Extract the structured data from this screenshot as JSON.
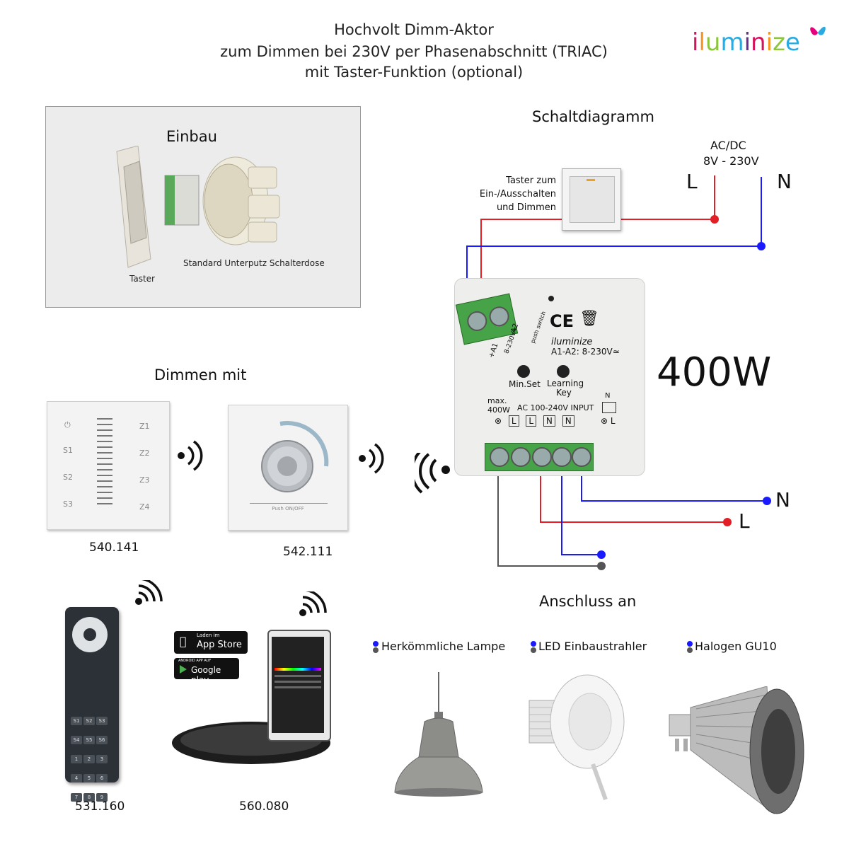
{
  "header": {
    "line1": "Hochvolt Dimm-Aktor",
    "line2": "zum Dimmen bei 230V per Phasenabschnitt (TRIAC)",
    "line3_prefix": "mit ",
    "line3_bold": "Taster-Funktion (optional)"
  },
  "brand": {
    "logo_text": "iluminize",
    "colors": [
      "#d4145a",
      "#f7931e",
      "#8cc63f",
      "#29abe2",
      "#662d91"
    ]
  },
  "install": {
    "heading": "Einbau",
    "label_taster": "Taster",
    "label_box": "Standard Unterputz Schalterdose"
  },
  "schematic": {
    "heading": "Schaltdiagramm",
    "supply_label_1": "AC/DC",
    "supply_label_2": "8V - 230V",
    "L": "L",
    "N": "N",
    "switch_label_1": "Taster zum",
    "switch_label_2": "Ein-/Ausschalten",
    "switch_label_3": "und Dimmen",
    "power": "400W",
    "out_N": "N",
    "out_L": "L",
    "colors": {
      "live": "#e21f26",
      "neutral": "#1a1aff",
      "ground": "#555555"
    }
  },
  "module": {
    "brand": "iluminize",
    "a1_a2": "A1-A2: 8-230V≃",
    "term_a1": "+A1",
    "term_a2": "-A2",
    "side_text": "8-230V≃",
    "push_switch": "push switch",
    "btn_min": "Min.Set",
    "btn_learn_1": "Learning",
    "btn_learn_2": "Key",
    "max_1": "max.",
    "max_2": "400W",
    "ac_input": "AC 100-240V INPUT",
    "terms": [
      "L",
      "L",
      "N",
      "N"
    ],
    "n_label": "N",
    "l_label": "L"
  },
  "dimming": {
    "heading": "Dimmen mit",
    "panel1_code": "540.141",
    "panel2_code": "542.111",
    "panel1_left": [
      "S1",
      "S2",
      "S3"
    ],
    "panel1_right": [
      "Z1",
      "Z2",
      "Z3",
      "Z4"
    ],
    "panel2_caption": "Push ON/OFF"
  },
  "devices": {
    "remote_code": "531.160",
    "hub_code": "560.080",
    "appstore_small": "Laden im",
    "appstore": "App Store",
    "googleplay_small": "ANDROID APP AUF",
    "googleplay": "Google play",
    "remote_keys": [
      "S1",
      "S2",
      "S3",
      "S4",
      "S5",
      "S6",
      "1",
      "2",
      "3",
      "4",
      "5",
      "6",
      "7",
      "8",
      "9"
    ]
  },
  "lamps": {
    "heading": "Anschluss an",
    "items": [
      "Herkömmliche Lampe",
      "LED Einbaustrahler",
      "Halogen GU10"
    ]
  }
}
